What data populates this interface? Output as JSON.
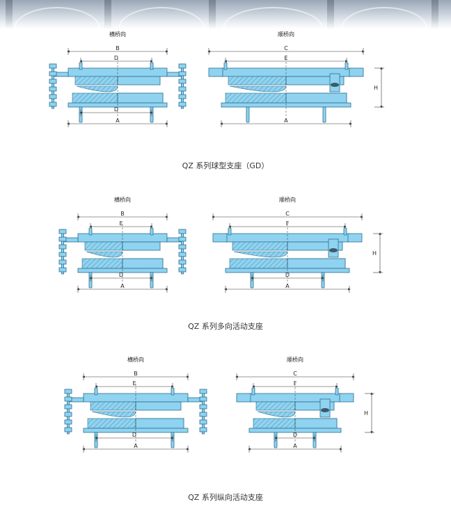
{
  "diagrams": [
    {
      "caption": "QZ 系列球型支座（GD）",
      "left_view": {
        "title": "横桥向",
        "dims": {
          "top": "B",
          "inner_top": "D",
          "inner_bottom": "D",
          "bottom": "A"
        }
      },
      "right_view": {
        "title": "顺桥向",
        "dims": {
          "top": "C",
          "inner_top": "E",
          "bottom": "A",
          "height": "H"
        }
      }
    },
    {
      "caption": "QZ 系列多向活动支座",
      "left_view": {
        "title": "横桥向",
        "dims": {
          "top": "B",
          "inner_top": "E",
          "inner_bottom": "D",
          "bottom": "A"
        }
      },
      "right_view": {
        "title": "顺桥向",
        "dims": {
          "top": "C",
          "inner_top": "F",
          "inner_bottom": "D",
          "bottom": "A",
          "height": "H"
        }
      }
    },
    {
      "caption": "QZ 系列纵向活动支座",
      "left_view": {
        "title": "横桥向",
        "dims": {
          "top": "B",
          "inner_top": "E",
          "inner_bottom": "D",
          "bottom": "A"
        }
      },
      "right_view": {
        "title": "顺桥向",
        "dims": {
          "top": "C",
          "inner_top": "F",
          "inner_bottom": "D",
          "bottom": "A",
          "height": "H"
        }
      }
    }
  ]
}
